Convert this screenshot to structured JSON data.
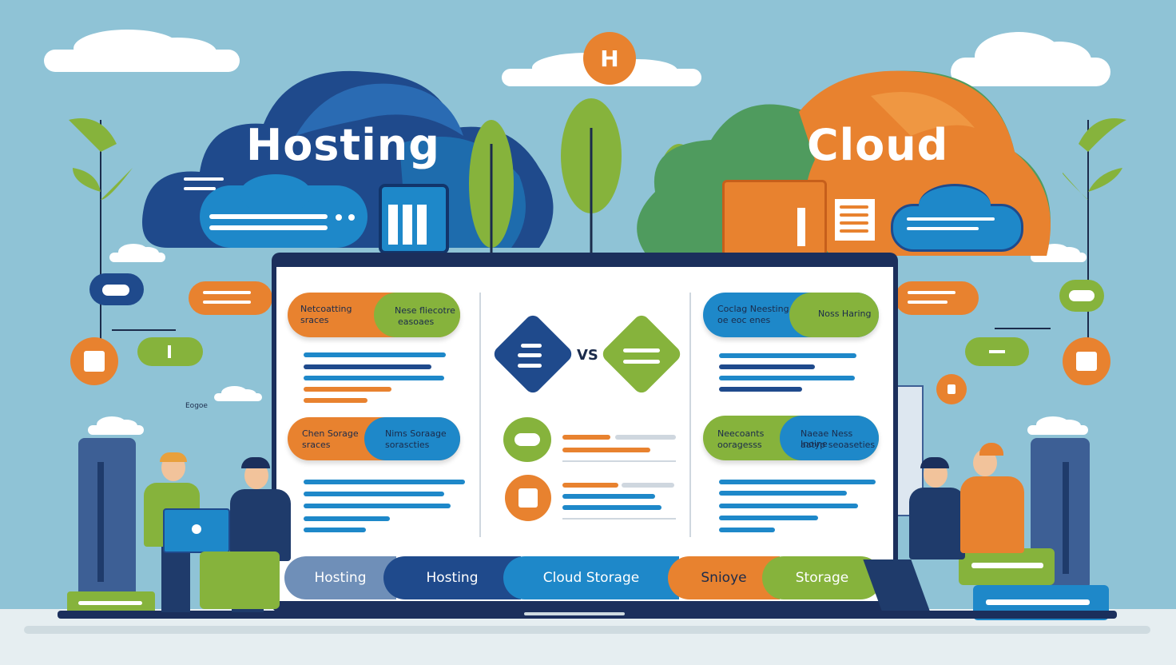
{
  "header": {
    "badge_letter": "H",
    "hosting_title": "Hosting",
    "cloud_title": "Cloud"
  },
  "panel": {
    "vs_label": "VS",
    "left_cards": [
      {
        "left_line1": "Netcoatting",
        "left_line2": "sraces",
        "right_line1": "Nese fliecotre",
        "right_line2": "easoaes"
      },
      {
        "left_line1": "Chen Sorage",
        "left_line2": "sraces",
        "right_line1": "Nims Soraage",
        "right_line2": "sorascties"
      }
    ],
    "right_cards": [
      {
        "left_line1": "Coclag Neesting",
        "left_line2": "oe eoc enes",
        "right_line1": "Noss Haring",
        "right_line2": ""
      },
      {
        "left_line1": "Neecoants",
        "left_line2": "ooragesss",
        "right_line1": "Naeae Ness Inoine",
        "right_line2": "aatyp seoaseties"
      }
    ]
  },
  "tabs": [
    {
      "label": "Hosting"
    },
    {
      "label": "Hosting"
    },
    {
      "label": "Cloud Storage"
    },
    {
      "label": "Snioye"
    },
    {
      "label": "Storage"
    }
  ],
  "labels": {
    "small_caption": "Eogoe"
  },
  "colors": {
    "sky": "#8fc3d6",
    "navy": "#1f4a8c",
    "blue": "#1e88c9",
    "orange": "#e8822f",
    "green": "#86b33c"
  },
  "icons": [
    "cloud-icon",
    "server-icon",
    "box-icon",
    "document-icon",
    "plant-icon",
    "laptop-icon"
  ]
}
